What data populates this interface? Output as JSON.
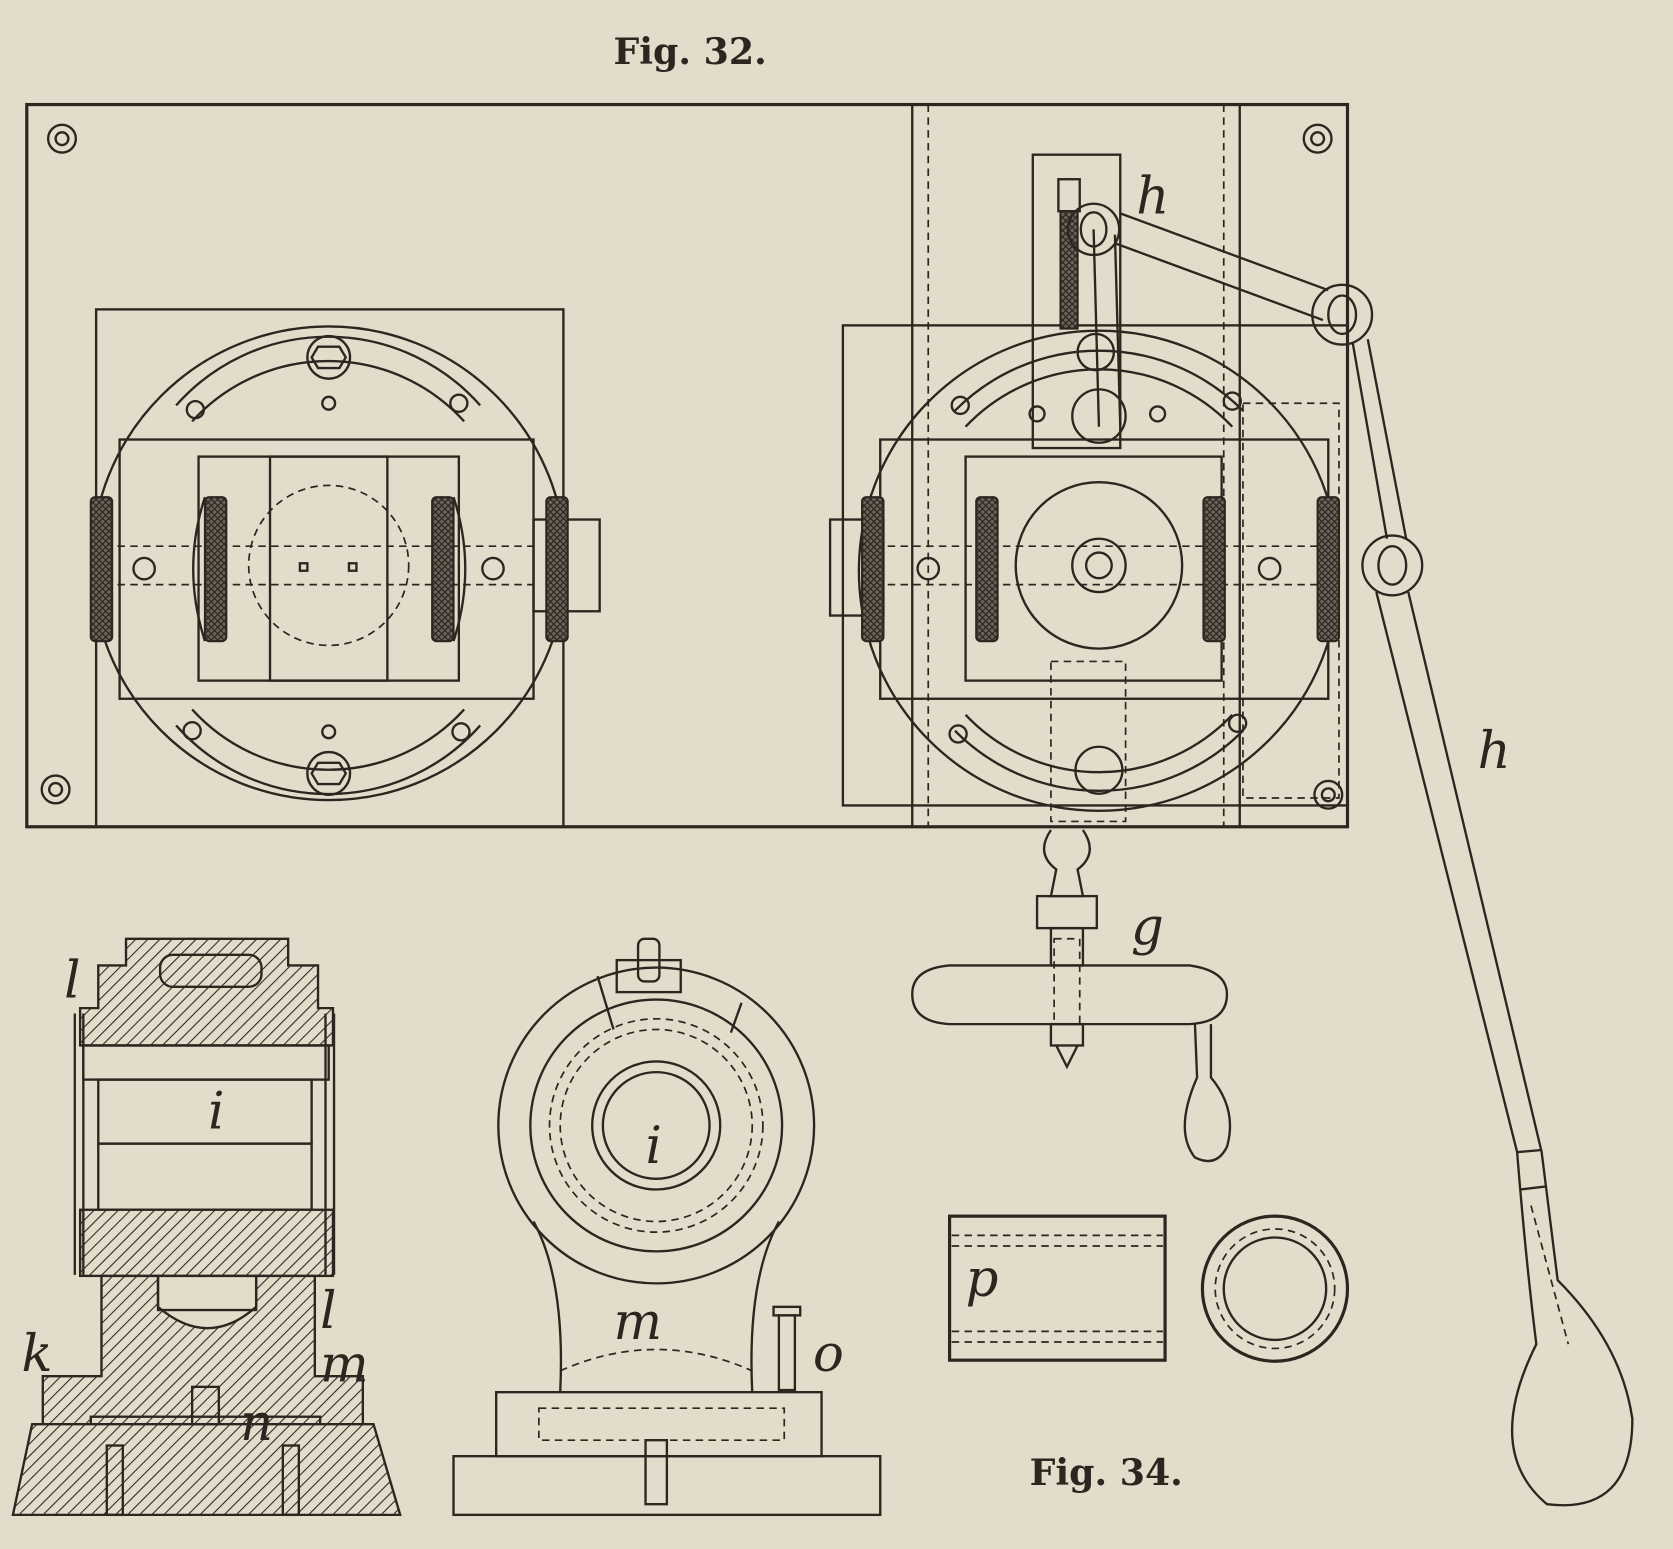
{
  "captions": {
    "fig32": "Fig. 32.",
    "fig34": "Fig. 34."
  },
  "labels": {
    "h_top": "h",
    "h_handle": "h",
    "g": "g",
    "l_top": "l",
    "i_section": "i",
    "l_bottom": "l",
    "k": "k",
    "m_section": "m",
    "n": "n",
    "i_front": "i",
    "m_front": "m",
    "o": "o",
    "p": "p"
  },
  "colors": {
    "paper": "#e4dccb",
    "ink": "#2b2620"
  }
}
